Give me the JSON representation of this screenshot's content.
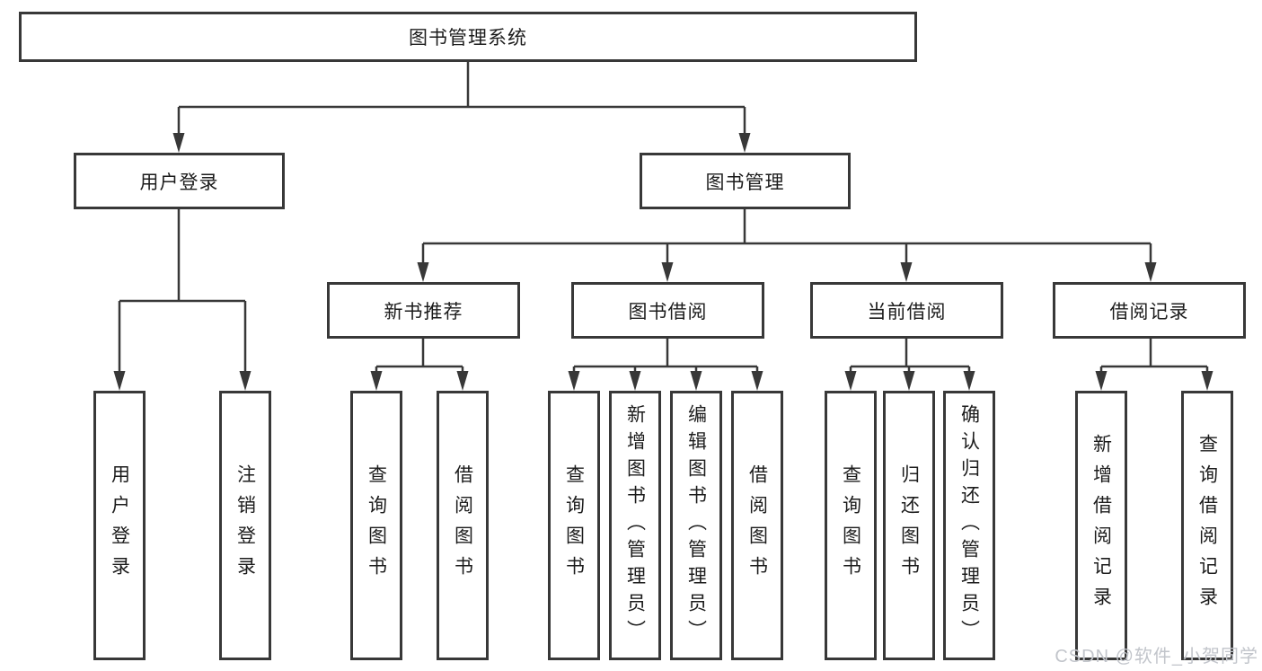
{
  "diagram_title": "图书管理系统",
  "nodes": {
    "root": "图书管理系统",
    "user_login": "用户登录",
    "book_management": "图书管理",
    "new_book_recommend": "新书推荐",
    "book_borrowing": "图书借阅",
    "current_borrowing": "当前借阅",
    "borrowing_records": "借阅记录",
    "leaf_user_login": "用户登录",
    "leaf_logout": "注销登录",
    "leaf_query_book_recommend": "查询图书",
    "leaf_borrow_book_recommend": "借阅图书",
    "leaf_query_book_borrowing": "查询图书",
    "leaf_add_book_admin": "新增图书（管理员）",
    "leaf_edit_book_admin": "编辑图书（管理员）",
    "leaf_borrow_book_borrowing": "借阅图书",
    "leaf_query_book_current": "查询图书",
    "leaf_return_book": "归还图书",
    "leaf_confirm_return_admin": "确认归还（管理员）",
    "leaf_add_borrow_record": "新增借阅记录",
    "leaf_query_borrow_record": "查询借阅记录"
  },
  "hierarchy": {
    "图书管理系统": {
      "用户登录": [
        "用户登录",
        "注销登录"
      ],
      "图书管理": {
        "新书推荐": [
          "查询图书",
          "借阅图书"
        ],
        "图书借阅": [
          "查询图书",
          "新增图书（管理员）",
          "编辑图书（管理员）",
          "借阅图书"
        ],
        "当前借阅": [
          "查询图书",
          "归还图书",
          "确认归还（管理员）"
        ],
        "借阅记录": [
          "新增借阅记录",
          "查询借阅记录"
        ]
      }
    }
  },
  "watermark": "CSDN @软件_小贺同学",
  "colors": {
    "line": "#383838",
    "box_border": "#383838",
    "text": "#1c1c1c",
    "watermark": "#c2c5cb",
    "background": "#ffffff"
  }
}
